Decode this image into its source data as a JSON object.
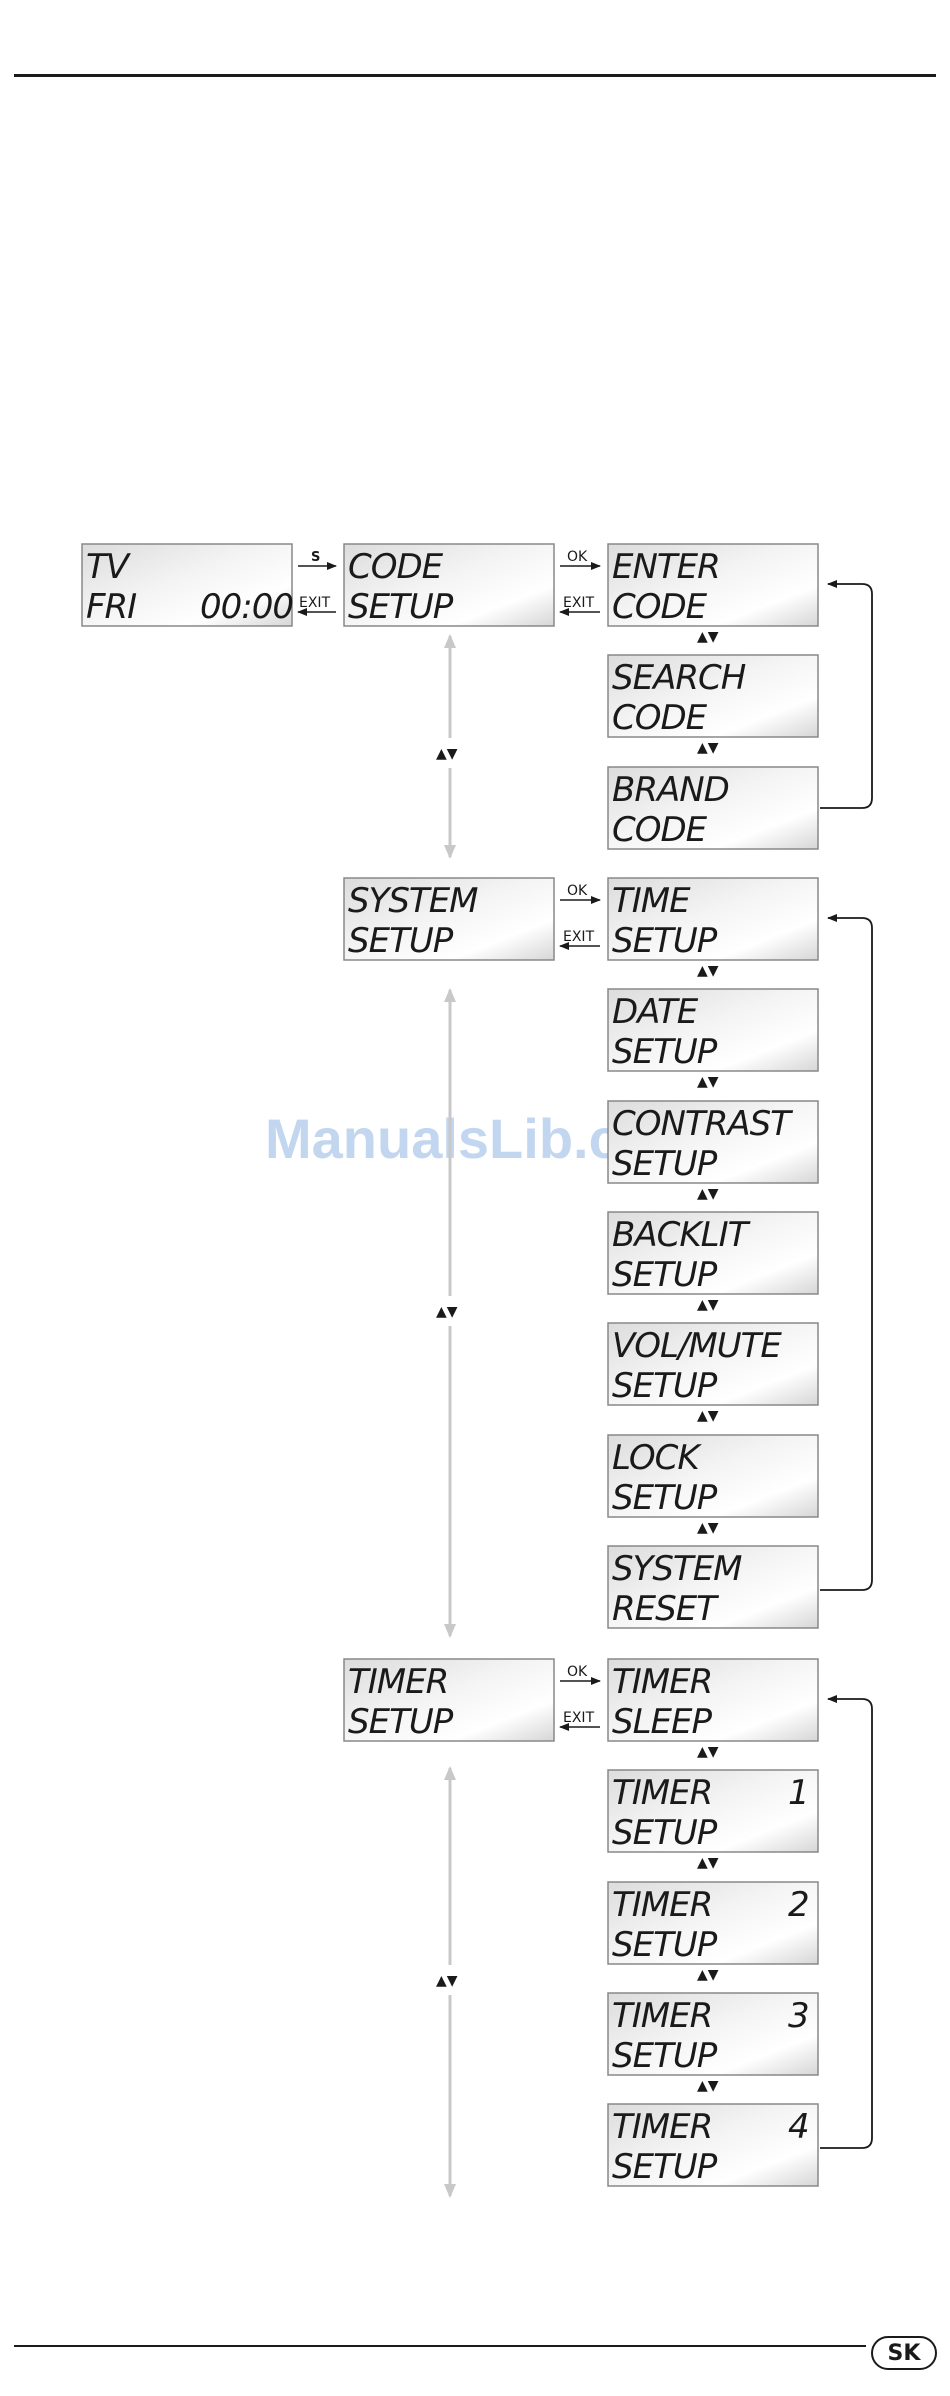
{
  "language_badge": "SK",
  "watermark": "ManualsLib.com",
  "screens": {
    "tv": {
      "l1": "TV",
      "l2": "FRI",
      "l2r": "00:00"
    },
    "code": {
      "l1": "CODE",
      "l2": "SETUP"
    },
    "enter": {
      "l1": "ENTER",
      "l2": "CODE"
    },
    "search": {
      "l1": "SEARCH",
      "l2": "CODE"
    },
    "brand": {
      "l1": "BRAND",
      "l2": "CODE"
    },
    "system": {
      "l1": "SYSTEM",
      "l2": "SETUP"
    },
    "time": {
      "l1": "TIME",
      "l2": "SETUP"
    },
    "date": {
      "l1": "DATE",
      "l2": "SETUP"
    },
    "contrast": {
      "l1": "CONTRAST",
      "l2": "SETUP"
    },
    "backlit": {
      "l1": "BACKLIT",
      "l2": "SETUP"
    },
    "volmute": {
      "l1": "VOL/MUTE",
      "l2": "SETUP"
    },
    "lock": {
      "l1": "LOCK",
      "l2": "SETUP"
    },
    "sysreset": {
      "l1": "SYSTEM",
      "l2": "RESET"
    },
    "timer": {
      "l1": "TIMER",
      "l2": "SETUP"
    },
    "sleep": {
      "l1": "TIMER",
      "l2": "SLEEP"
    },
    "t1": {
      "l1": "TIMER",
      "l1r": "1",
      "l2": "SETUP"
    },
    "t2": {
      "l1": "TIMER",
      "l1r": "2",
      "l2": "SETUP"
    },
    "t3": {
      "l1": "TIMER",
      "l1r": "3",
      "l2": "SETUP"
    },
    "t4": {
      "l1": "TIMER",
      "l1r": "4",
      "l2": "SETUP"
    }
  },
  "labels": {
    "s": "S",
    "exit": "EXIT",
    "ok": "OK",
    "updown": "▲▼"
  }
}
